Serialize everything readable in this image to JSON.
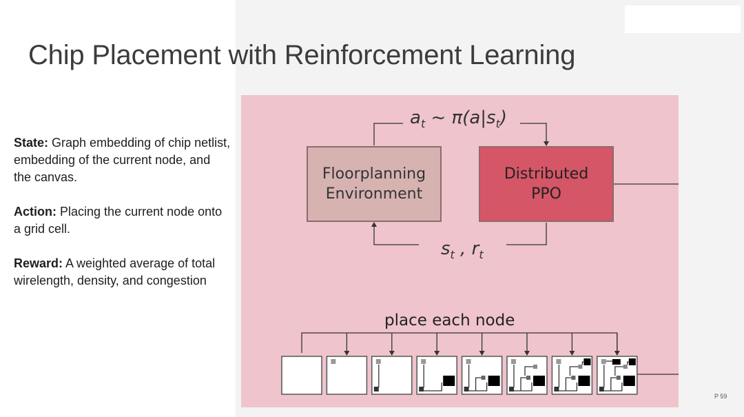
{
  "slide": {
    "title": "Chip Placement with Reinforcement Learning",
    "page_number": "P 59"
  },
  "description": {
    "state": {
      "label": "State:",
      "text": "Graph embedding of chip netlist, embedding of the current node, and the canvas."
    },
    "action": {
      "label": "Action:",
      "text": "Placing the current node onto a grid cell."
    },
    "reward": {
      "label": "Reward:",
      "text": "A weighted average of total wirelength, density, and congestion"
    }
  },
  "diagram": {
    "background_color": "#efc4cc",
    "environment_box": {
      "line1": "Floorplanning",
      "line2": "Environment",
      "color": "#d6b3b1"
    },
    "agent_box": {
      "line1": "Distributed",
      "line2": "PPO",
      "color": "#d45667"
    },
    "action_label": {
      "a": "a",
      "a_sub": "t",
      "middle": " ~ π(a|s",
      "s_sub": "t",
      "close": ")"
    },
    "state_label": {
      "s": "s",
      "s_sub": "t",
      "sep": " , ",
      "r": "r",
      "r_sub": "t"
    },
    "place_label": "place each node",
    "placement_steps": 8
  }
}
